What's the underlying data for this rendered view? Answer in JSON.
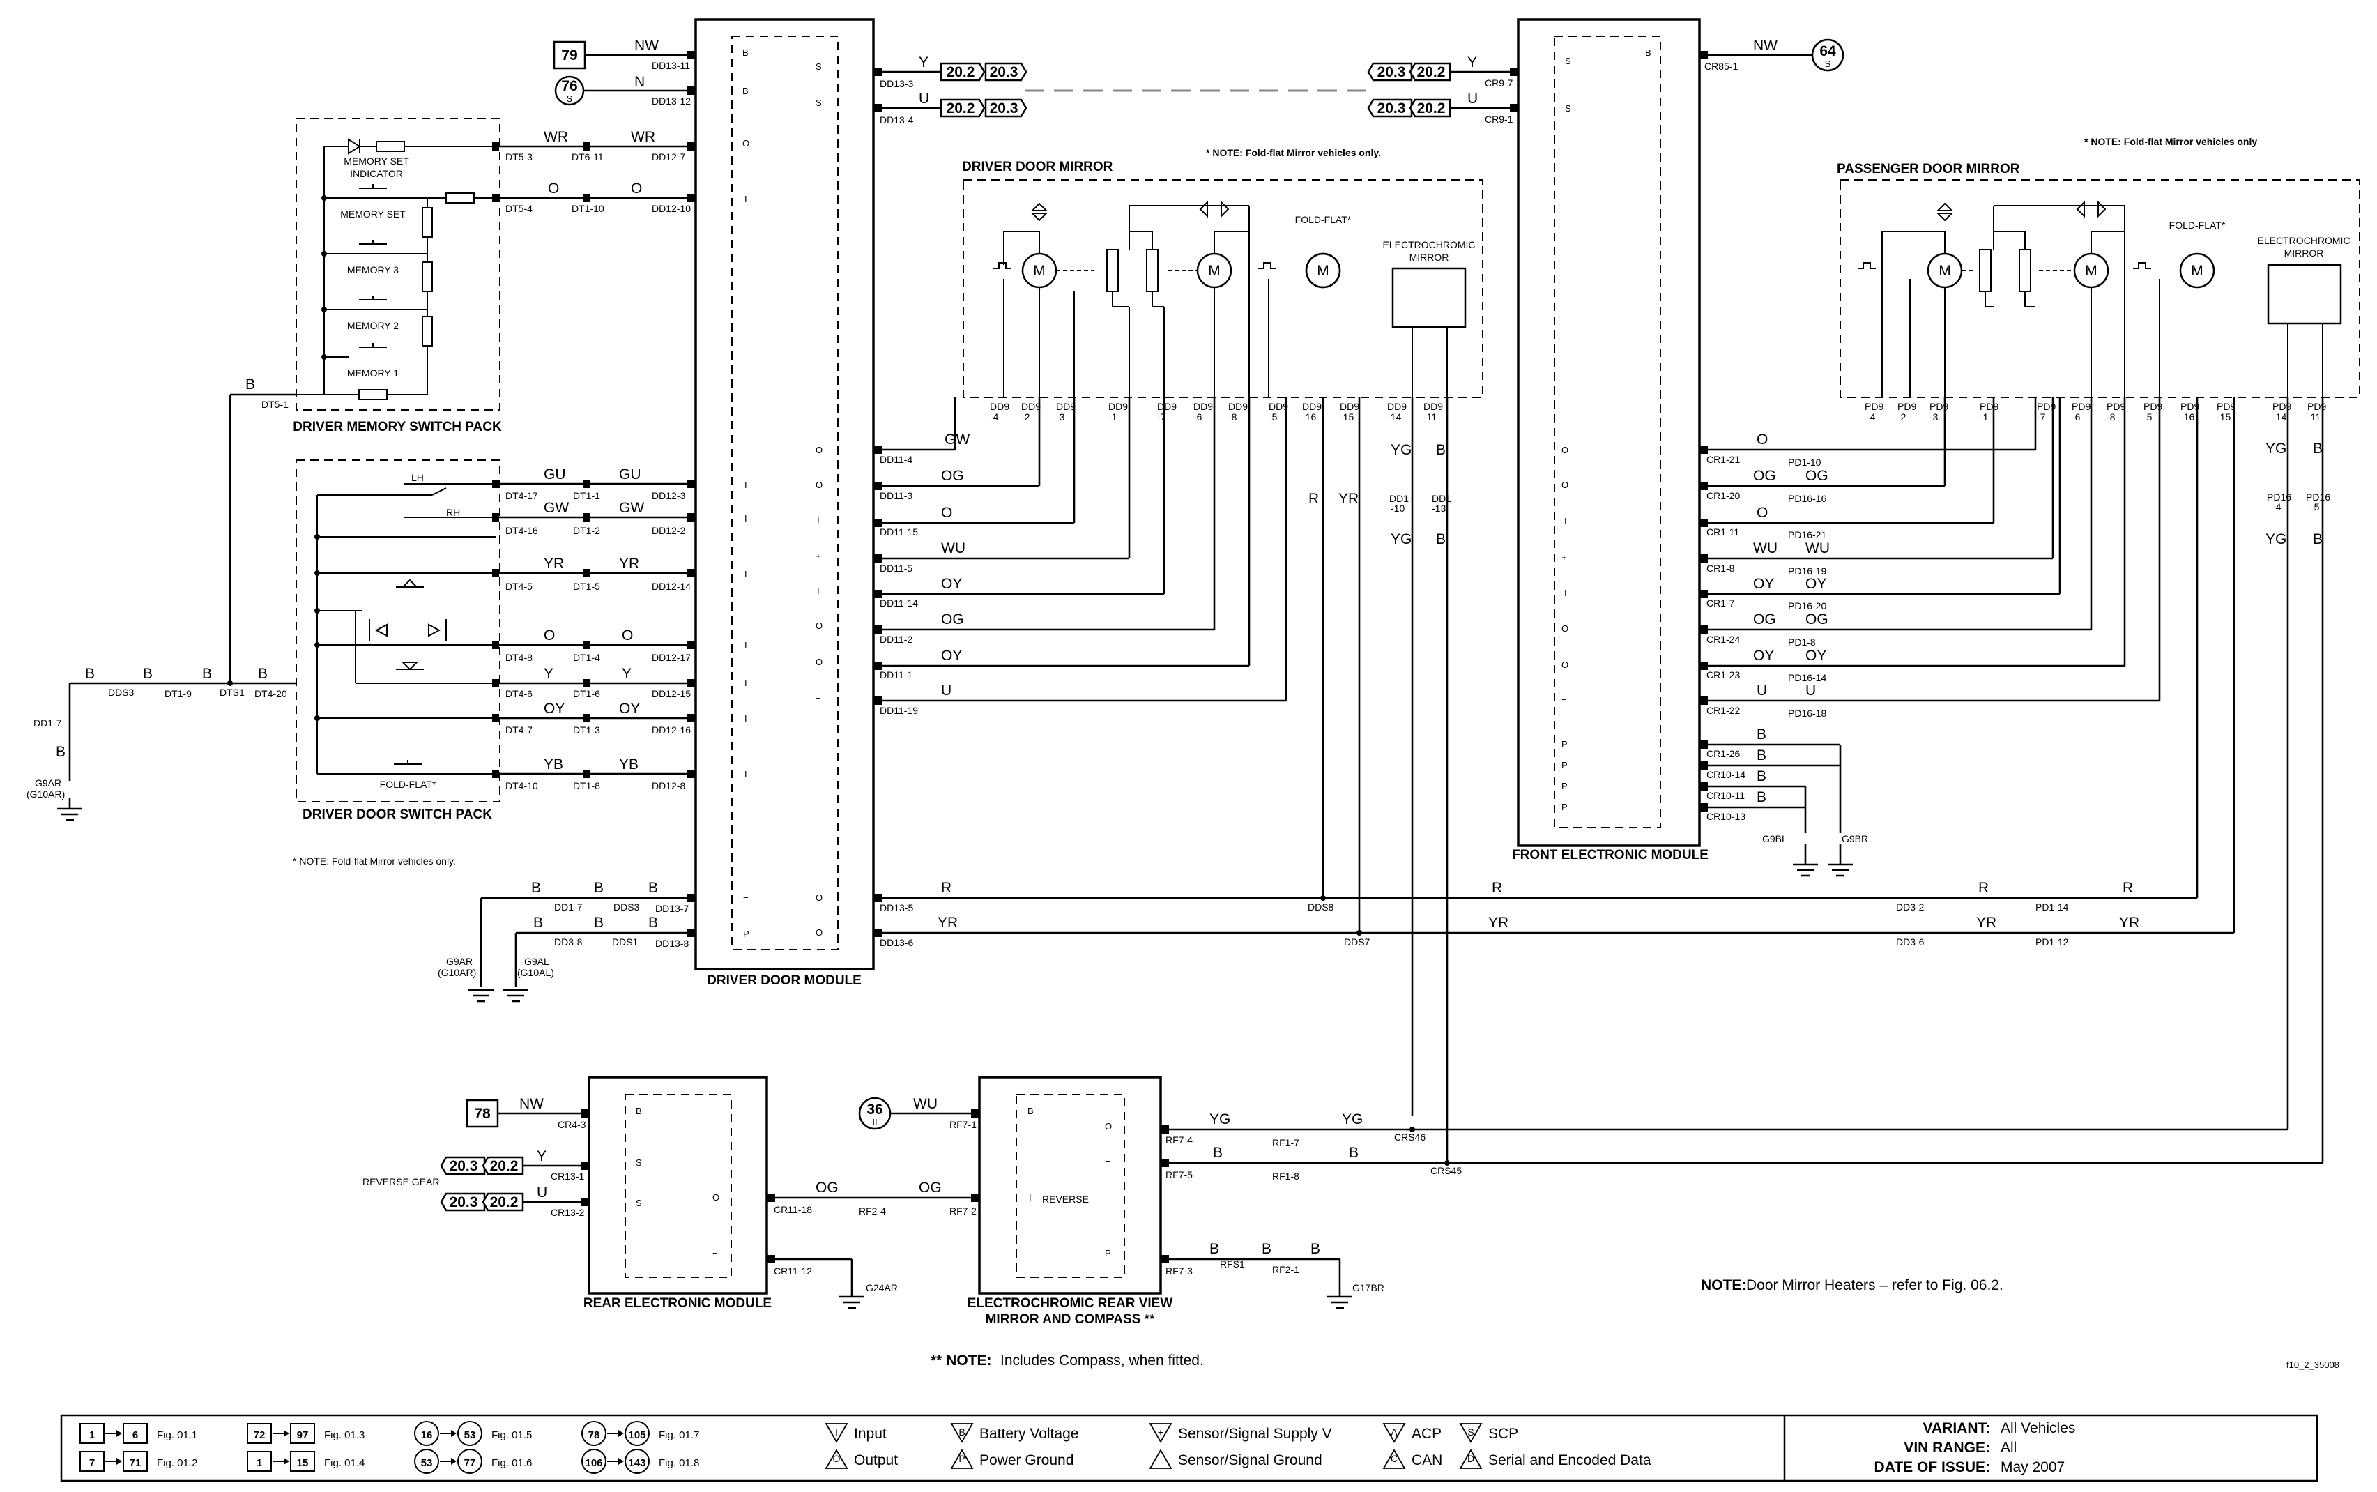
{
  "modules": {
    "driver_door_module": "DRIVER DOOR MODULE",
    "front_electronic_module": "FRONT ELECTRONIC MODULE",
    "rear_electronic_module": "REAR ELECTRONIC MODULE",
    "ec_mirror_line1": "ELECTROCHROMIC REAR VIEW",
    "ec_mirror_line2": "MIRROR AND COMPASS **",
    "driver_memory_switch_pack": "DRIVER MEMORY SWITCH PACK",
    "driver_door_switch_pack": "DRIVER DOOR SWITCH PACK",
    "driver_door_mirror": "DRIVER DOOR MIRROR",
    "passenger_door_mirror": "PASSENGER DOOR MIRROR",
    "fold_flat": "FOLD-FLAT*",
    "ec_mirror_a": "ELECTROCHROMIC",
    "ec_mirror_b": "MIRROR"
  },
  "memory_switches": {
    "indicator_a": "MEMORY SET",
    "indicator_b": "INDICATOR",
    "set": "MEMORY SET",
    "m3": "MEMORY 3",
    "m2": "MEMORY 2",
    "m1": "MEMORY 1"
  },
  "door_switches": {
    "lh": "LH",
    "rh": "RH",
    "fold": "FOLD-FLAT*"
  },
  "notes": {
    "foldflat": "* NOTE: Fold-flat Mirror vehicles only.",
    "foldflat2": "* NOTE: Fold-flat Mirror vehicles only.",
    "foldflat3": "* NOTE: Fold-flat Mirror vehicles only",
    "heaters_bold": "NOTE:",
    "heaters": "Door Mirror Heaters – refer to Fig. 06.2.",
    "compass_bold": "** NOTE:",
    "compass": "Includes Compass, when fitted.",
    "figure_id": "f10_2_35008",
    "reverse_gear": "REVERSE GEAR",
    "reverse": "REVERSE"
  },
  "refs": {
    "r79": "79",
    "r76": "76",
    "r64": "64",
    "r78": "78",
    "r36": "36",
    "s203": "20.3",
    "s202": "20.2",
    "s": "S",
    "ii": "II"
  },
  "legend": {
    "figs": [
      {
        "a": "1",
        "b": "6",
        "fig": "Fig. 01.1"
      },
      {
        "a": "7",
        "b": "71",
        "fig": "Fig. 01.2"
      },
      {
        "a": "72",
        "b": "97",
        "fig": "Fig. 01.3"
      },
      {
        "a": "1",
        "b": "15",
        "fig": "Fig. 01.4"
      },
      {
        "a": "16",
        "b": "53",
        "fig": "Fig. 01.5"
      },
      {
        "a": "53",
        "b": "77",
        "fig": "Fig. 01.6"
      },
      {
        "a": "78",
        "b": "105",
        "fig": "Fig. 01.7"
      },
      {
        "a": "106",
        "b": "143",
        "fig": "Fig. 01.8"
      }
    ],
    "symbols": [
      {
        "sym": "I",
        "label": "Input"
      },
      {
        "sym": "O",
        "label": "Output"
      },
      {
        "sym": "B",
        "label": "Battery Voltage"
      },
      {
        "sym": "P",
        "label": "Power Ground"
      },
      {
        "sym": "+",
        "label": "Sensor/Signal Supply V"
      },
      {
        "sym": "−",
        "label": "Sensor/Signal Ground"
      },
      {
        "sym": "A",
        "label": "ACP"
      },
      {
        "sym": "C",
        "label": "CAN"
      },
      {
        "sym": "S",
        "label": "SCP"
      },
      {
        "sym": "D",
        "label": "Serial and Encoded Data"
      }
    ],
    "variant_label": "VARIANT:",
    "variant": "All Vehicles",
    "vin_label": "VIN RANGE:",
    "vin": "All",
    "date_label": "DATE OF ISSUE:",
    "date": "May 2007"
  }
}
